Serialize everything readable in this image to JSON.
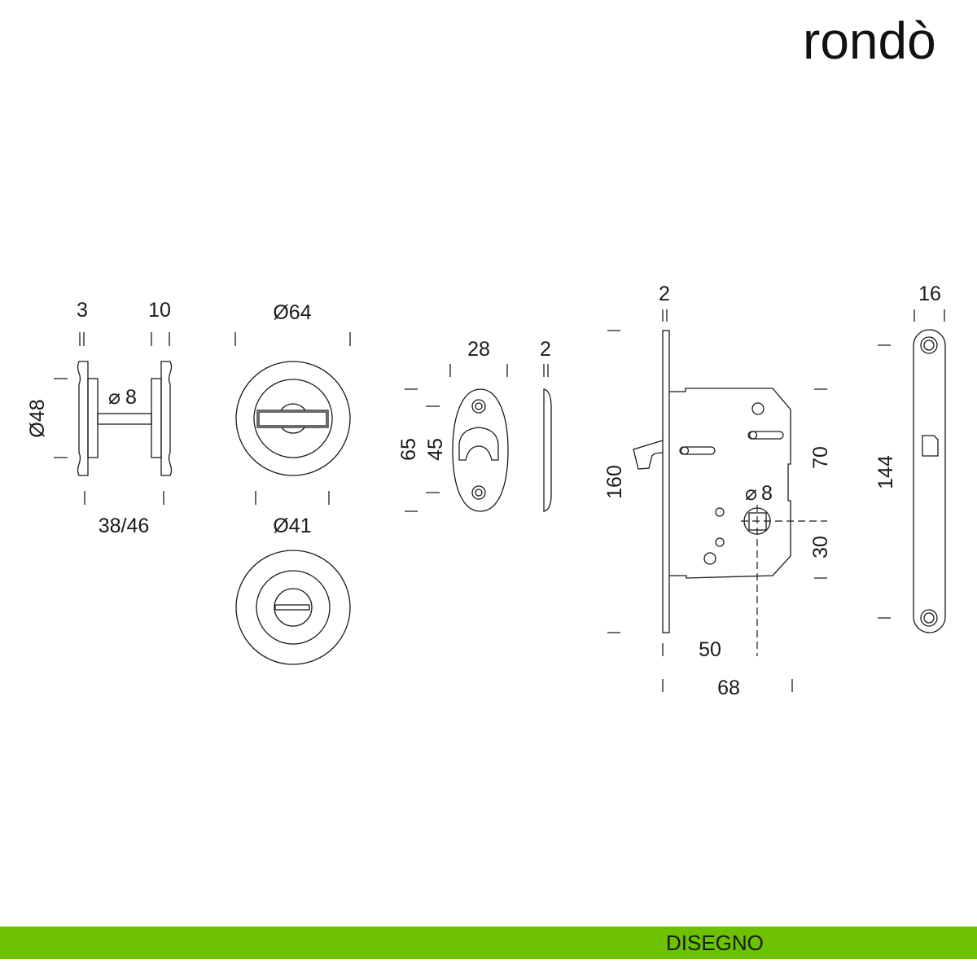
{
  "brand": {
    "logo_text": "rondò"
  },
  "footer": {
    "label": "DISEGNO",
    "color": "#6cc100"
  },
  "drawing": {
    "knob_side": {
      "top_left": "3",
      "top_right": "10",
      "height": "Ø48",
      "spindle": "8",
      "bottom": "38/46"
    },
    "rosette_front": {
      "outer": "Ø64",
      "inner": "Ø41"
    },
    "oval_plate": {
      "width": "28",
      "thickness": "2",
      "height_outer": "65",
      "height_holes": "45"
    },
    "lock": {
      "faceplate": "2",
      "height": "160",
      "upper": "70",
      "lower": "30",
      "spindle": "8",
      "backset": "50",
      "depth": "68"
    },
    "strike": {
      "width": "16",
      "holes": "144"
    },
    "square_symbol": "⌀"
  }
}
